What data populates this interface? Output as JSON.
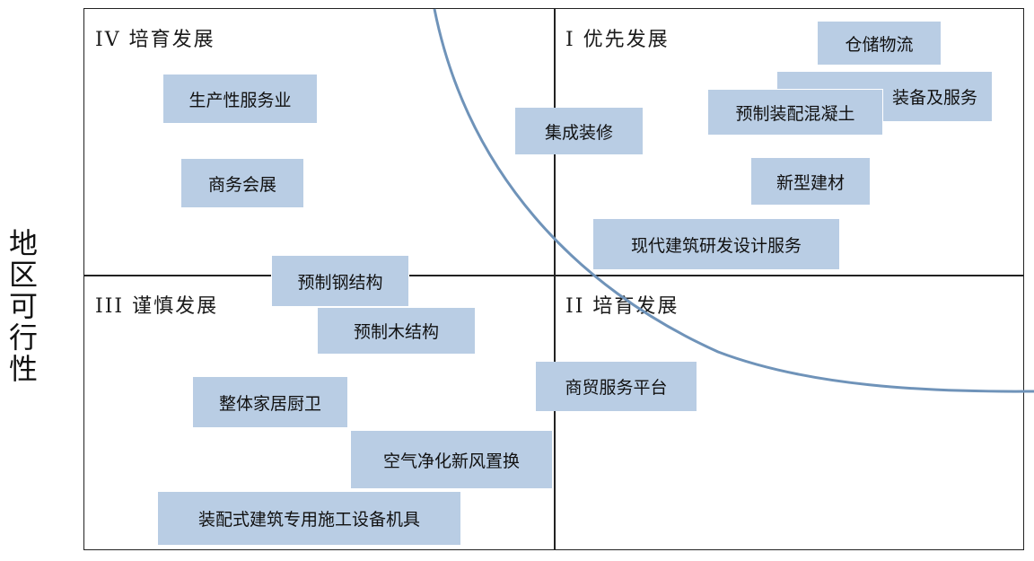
{
  "y_axis_label": "地区\n可行\n性",
  "quadrants": {
    "q1": "I 优先发展",
    "q2": "II 培育发展",
    "q3": "III 谨慎发展",
    "q4": "IV 培育发展"
  },
  "items": {
    "cangchu": "仓储物流",
    "zhuangbei": "装备及服务",
    "yuzhi_hunningtu": "预制装配混凝土",
    "jicheng": "集成装修",
    "xinxing": "新型建材",
    "xiandai": "现代建筑研发设计服务",
    "shengchan": "生产性服务业",
    "shangwu": "商务会展",
    "gangjiegou": "预制钢结构",
    "mujiegou": "预制木结构",
    "shangmao": "商贸服务平台",
    "zhengti": "整体家居厨卫",
    "kongqi": "空气净化新风置换",
    "shebei": "装配式建筑专用施工设备机具"
  },
  "colors": {
    "box_fill": "#b9cde4",
    "curve": "#6f93b9",
    "frame": "#222222"
  }
}
